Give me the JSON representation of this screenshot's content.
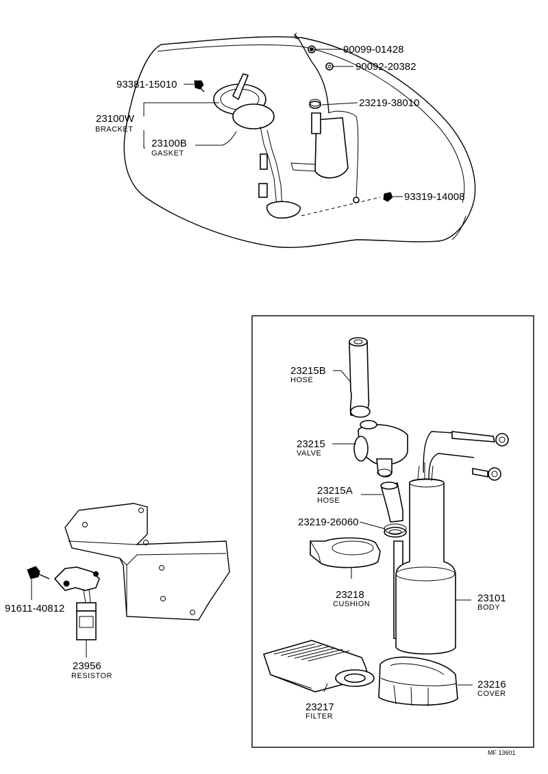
{
  "labels": {
    "p90099": {
      "number": "90099-01428",
      "name": ""
    },
    "p90092": {
      "number": "90092-20382",
      "name": ""
    },
    "p93381": {
      "number": "93381-15010",
      "name": ""
    },
    "p23219a": {
      "number": "23219-38010",
      "name": ""
    },
    "p23100w": {
      "number": "23100W",
      "name": "BRACKET"
    },
    "p23100b": {
      "number": "23100B",
      "name": "GASKET"
    },
    "p93319": {
      "number": "93319-14008",
      "name": ""
    },
    "p23215b": {
      "number": "23215B",
      "name": "HOSE"
    },
    "p23215": {
      "number": "23215",
      "name": "VALVE"
    },
    "p23215a": {
      "number": "23215A",
      "name": "HOSE"
    },
    "p23219b": {
      "number": "23219-26060",
      "name": ""
    },
    "p23218": {
      "number": "23218",
      "name": "CUSHION"
    },
    "p23101": {
      "number": "23101",
      "name": "BODY"
    },
    "p91611": {
      "number": "91611-40812",
      "name": ""
    },
    "p23956": {
      "number": "23956",
      "name": "RESISTOR"
    },
    "p23216": {
      "number": "23216",
      "name": "COVER"
    },
    "p23217": {
      "number": "23217",
      "name": "FILTER"
    }
  },
  "code": "MF 13601"
}
